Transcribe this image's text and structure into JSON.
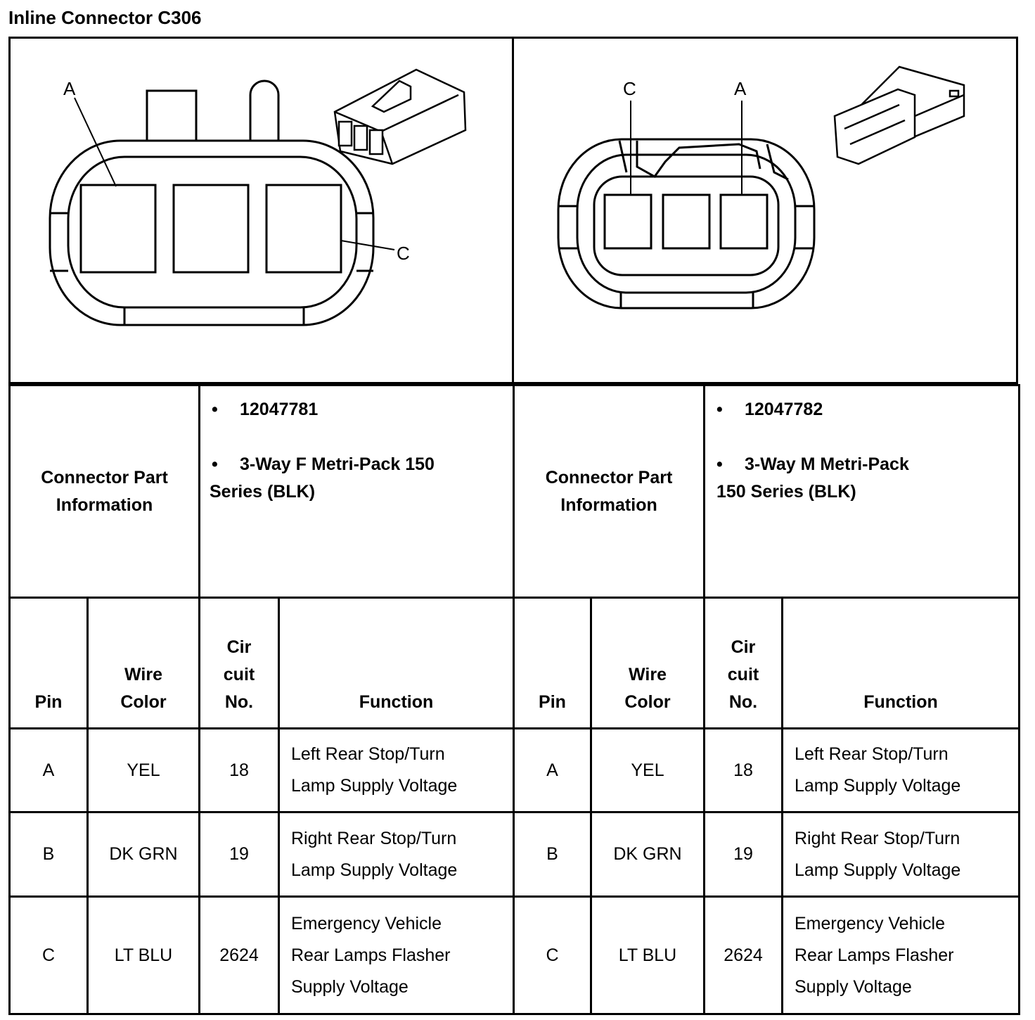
{
  "title": "Inline Connector C306",
  "diagram": {
    "left_labels": {
      "a": "A",
      "c": "C"
    },
    "right_labels": {
      "c": "C",
      "a": "A"
    }
  },
  "part_info": {
    "label_line1": "Connector Part",
    "label_line2": "Information",
    "left": {
      "part_number": "12047781",
      "desc_line1": "3-Way F Metri-Pack 150",
      "desc_line2": "Series (BLK)"
    },
    "right": {
      "part_number": "12047782",
      "desc_line1": "3-Way M Metri-Pack",
      "desc_line2": "150 Series (BLK)"
    }
  },
  "headers": {
    "pin": "Pin",
    "wire_line1": "Wire",
    "wire_line2": "Color",
    "circuit_line1": "Cir",
    "circuit_line2": "cuit",
    "circuit_line3": "No.",
    "function": "Function"
  },
  "rows": [
    {
      "pin": "A",
      "wire": "YEL",
      "circuit": "18",
      "function_lines": [
        "Left Rear Stop/Turn",
        "Lamp Supply Voltage"
      ]
    },
    {
      "pin": "B",
      "wire": "DK GRN",
      "circuit": "19",
      "function_lines": [
        "Right Rear Stop/Turn",
        "Lamp Supply Voltage"
      ]
    },
    {
      "pin": "C",
      "wire": "LT BLU",
      "circuit": "2624",
      "function_lines": [
        "Emergency Vehicle",
        "Rear Lamps Flasher",
        "Supply Voltage"
      ]
    }
  ]
}
